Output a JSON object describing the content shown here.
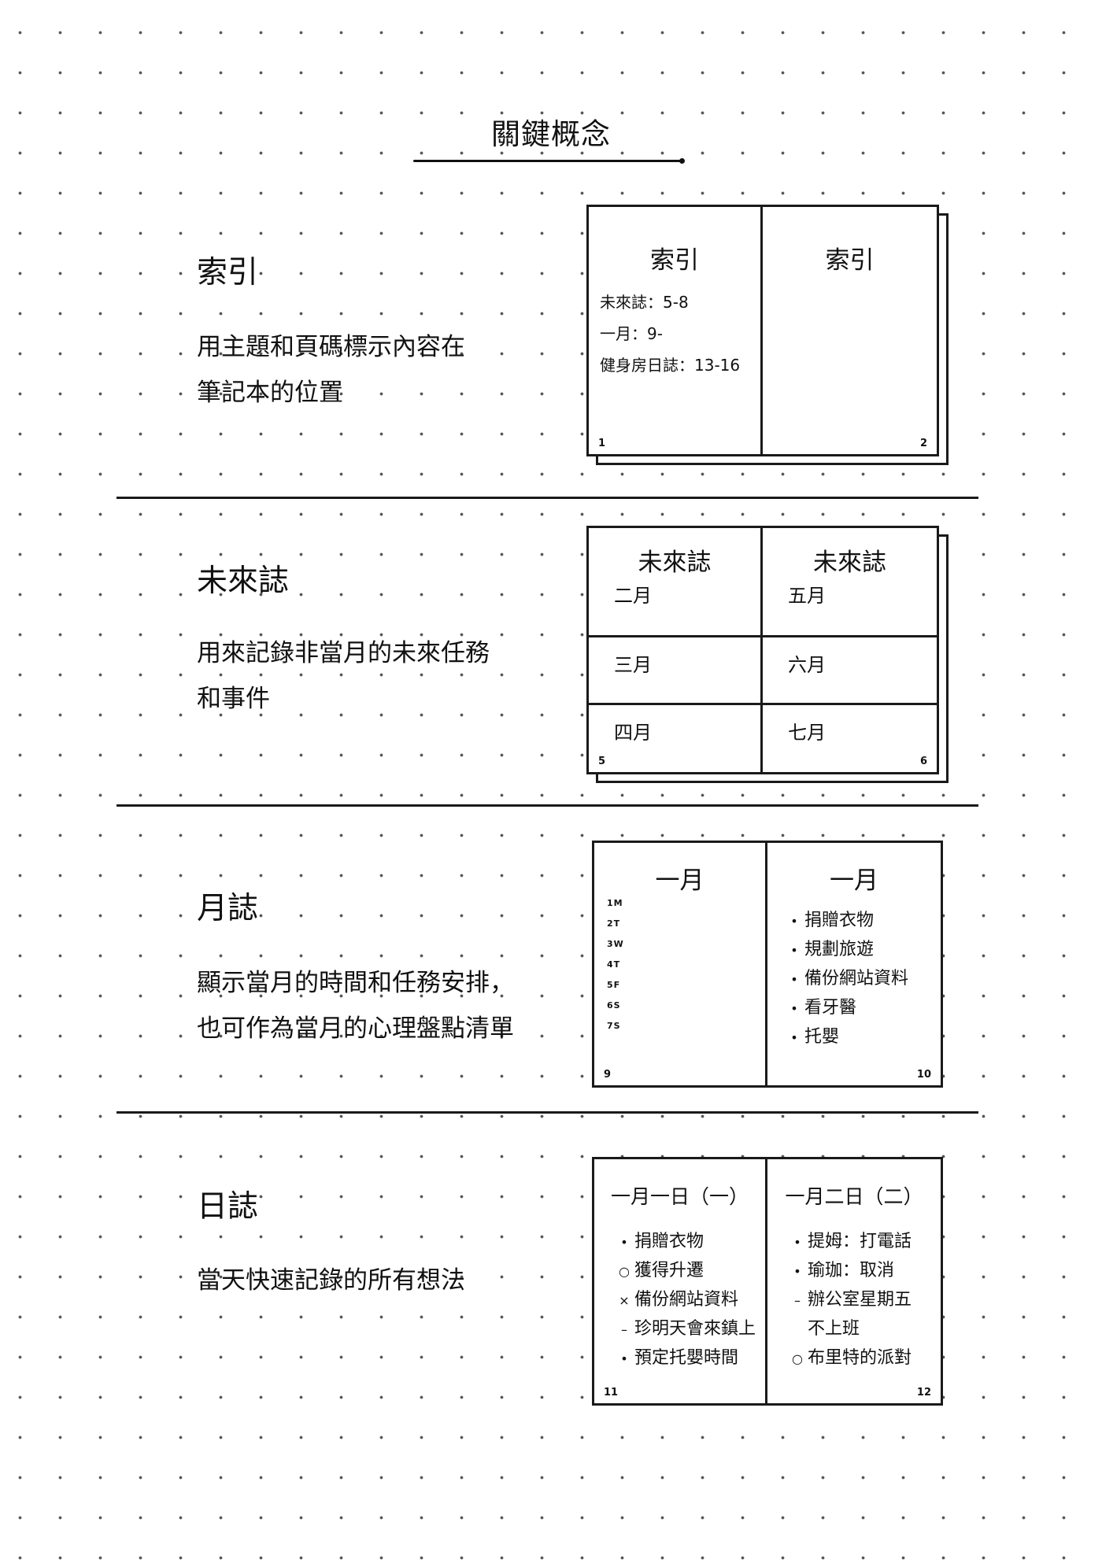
{
  "page_title": "關鍵概念",
  "sections": [
    {
      "heading": "索引",
      "desc": [
        "用主題和頁碼標示內容在",
        "筆記本的位置"
      ],
      "notebook": {
        "left_heading": "索引",
        "right_heading": "索引",
        "left_lines": [
          "未來誌：5-8",
          "一月：9-",
          "健身房日誌：13-16"
        ],
        "left_page": "1",
        "right_page": "2"
      }
    },
    {
      "heading": "未來誌",
      "desc": [
        "用來記錄非當月的未來任務",
        "和事件"
      ],
      "notebook": {
        "left_heading": "未來誌",
        "right_heading": "未來誌",
        "left_months": [
          "二月",
          "三月",
          "四月"
        ],
        "right_months": [
          "五月",
          "六月",
          "七月"
        ],
        "left_page": "5",
        "right_page": "6"
      }
    },
    {
      "heading": "月誌",
      "desc": [
        "顯示當月的時間和任務安排，",
        "也可作為當月的心理盤點清單"
      ],
      "notebook": {
        "left_heading": "一月",
        "right_heading": "一月",
        "day_codes": [
          "1M",
          "2T",
          "3W",
          "4T",
          "5F",
          "6S",
          "7S"
        ],
        "tasks": [
          "捐贈衣物",
          "規劃旅遊",
          "備份網站資料",
          "看牙醫",
          "托嬰"
        ],
        "left_page": "9",
        "right_page": "10"
      }
    },
    {
      "heading": "日誌",
      "desc": [
        "當天快速記錄的所有想法"
      ],
      "notebook": {
        "left_heading": "一月一日（一）",
        "right_heading": "一月二日（二）",
        "left_items": [
          {
            "symbol": "•",
            "text": "捐贈衣物"
          },
          {
            "symbol": "○",
            "text": "獲得升遷"
          },
          {
            "symbol": "×",
            "text": "備份網站資料"
          },
          {
            "symbol": "–",
            "text": "珍明天會來鎮上"
          },
          {
            "symbol": "•",
            "text": "預定托嬰時間"
          }
        ],
        "right_items": [
          {
            "symbol": "•",
            "text": "提姆：打電話"
          },
          {
            "symbol": "•",
            "text": "瑜珈：取消"
          },
          {
            "symbol": "–",
            "text": "辦公室星期五"
          },
          {
            "symbol": "",
            "text": "不上班"
          },
          {
            "symbol": "○",
            "text": "布里特的派對"
          }
        ],
        "left_page": "11",
        "right_page": "12"
      }
    }
  ]
}
